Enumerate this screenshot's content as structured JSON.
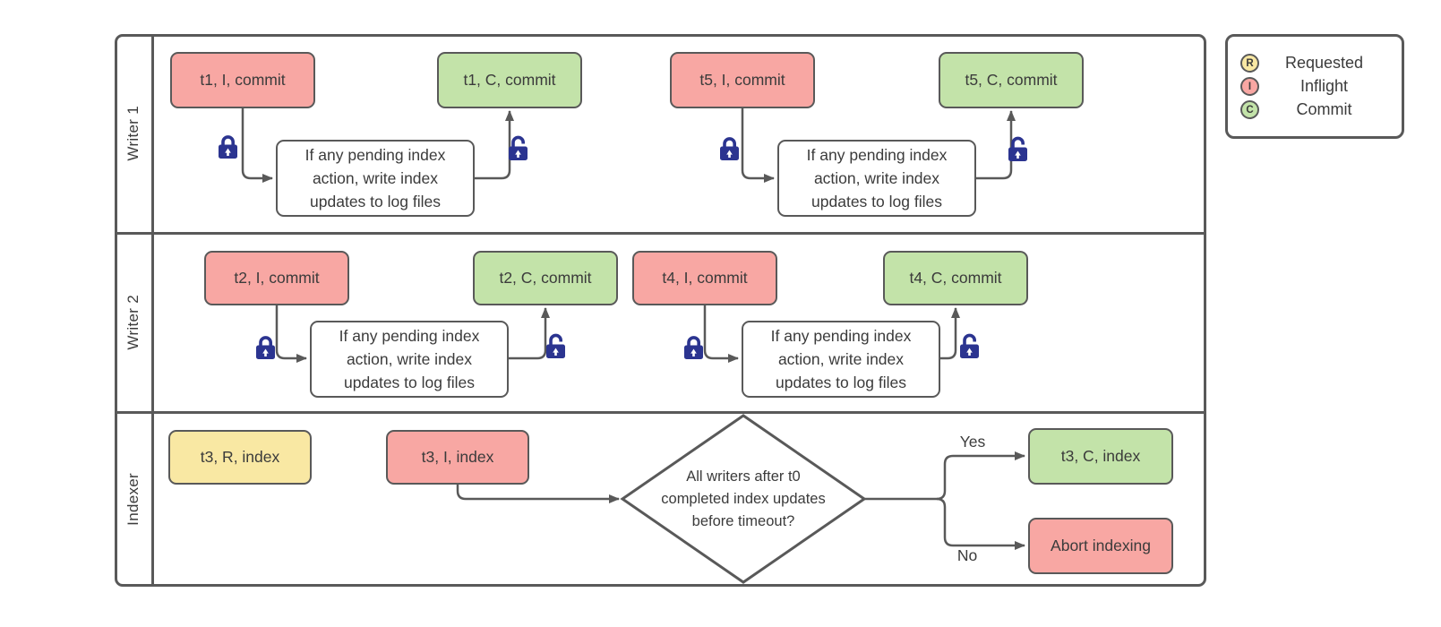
{
  "colors": {
    "border": "#595959",
    "requested": "#F9E8A3",
    "inflight": "#F8A7A3",
    "commit": "#C3E3A9",
    "lock": "#2B3490",
    "text": "#3B3B3B"
  },
  "lanes": {
    "writer1": "Writer 1",
    "writer2": "Writer 2",
    "indexer": "Indexer"
  },
  "pending_action_text": "If any pending index\naction, write index\nupdates to log files",
  "nodes": {
    "t1_inflight": "t1, I, commit",
    "t1_commit": "t1, C, commit",
    "t5_inflight": "t5, I, commit",
    "t5_commit": "t5, C, commit",
    "t2_inflight": "t2, I, commit",
    "t2_commit": "t2, C, commit",
    "t4_inflight": "t4, I, commit",
    "t4_commit": "t4, C, commit",
    "t3_requested": "t3, R, index",
    "t3_inflight": "t3, I, index",
    "t3_commit": "t3, C, index",
    "abort": "Abort indexing"
  },
  "decision": {
    "question": "All writers after t0\ncompleted index updates\nbefore timeout?",
    "yes": "Yes",
    "no": "No"
  },
  "legend": {
    "items": [
      {
        "letter": "R",
        "label": "Requested"
      },
      {
        "letter": "I",
        "label": "Inflight"
      },
      {
        "letter": "C",
        "label": "Commit"
      }
    ]
  }
}
